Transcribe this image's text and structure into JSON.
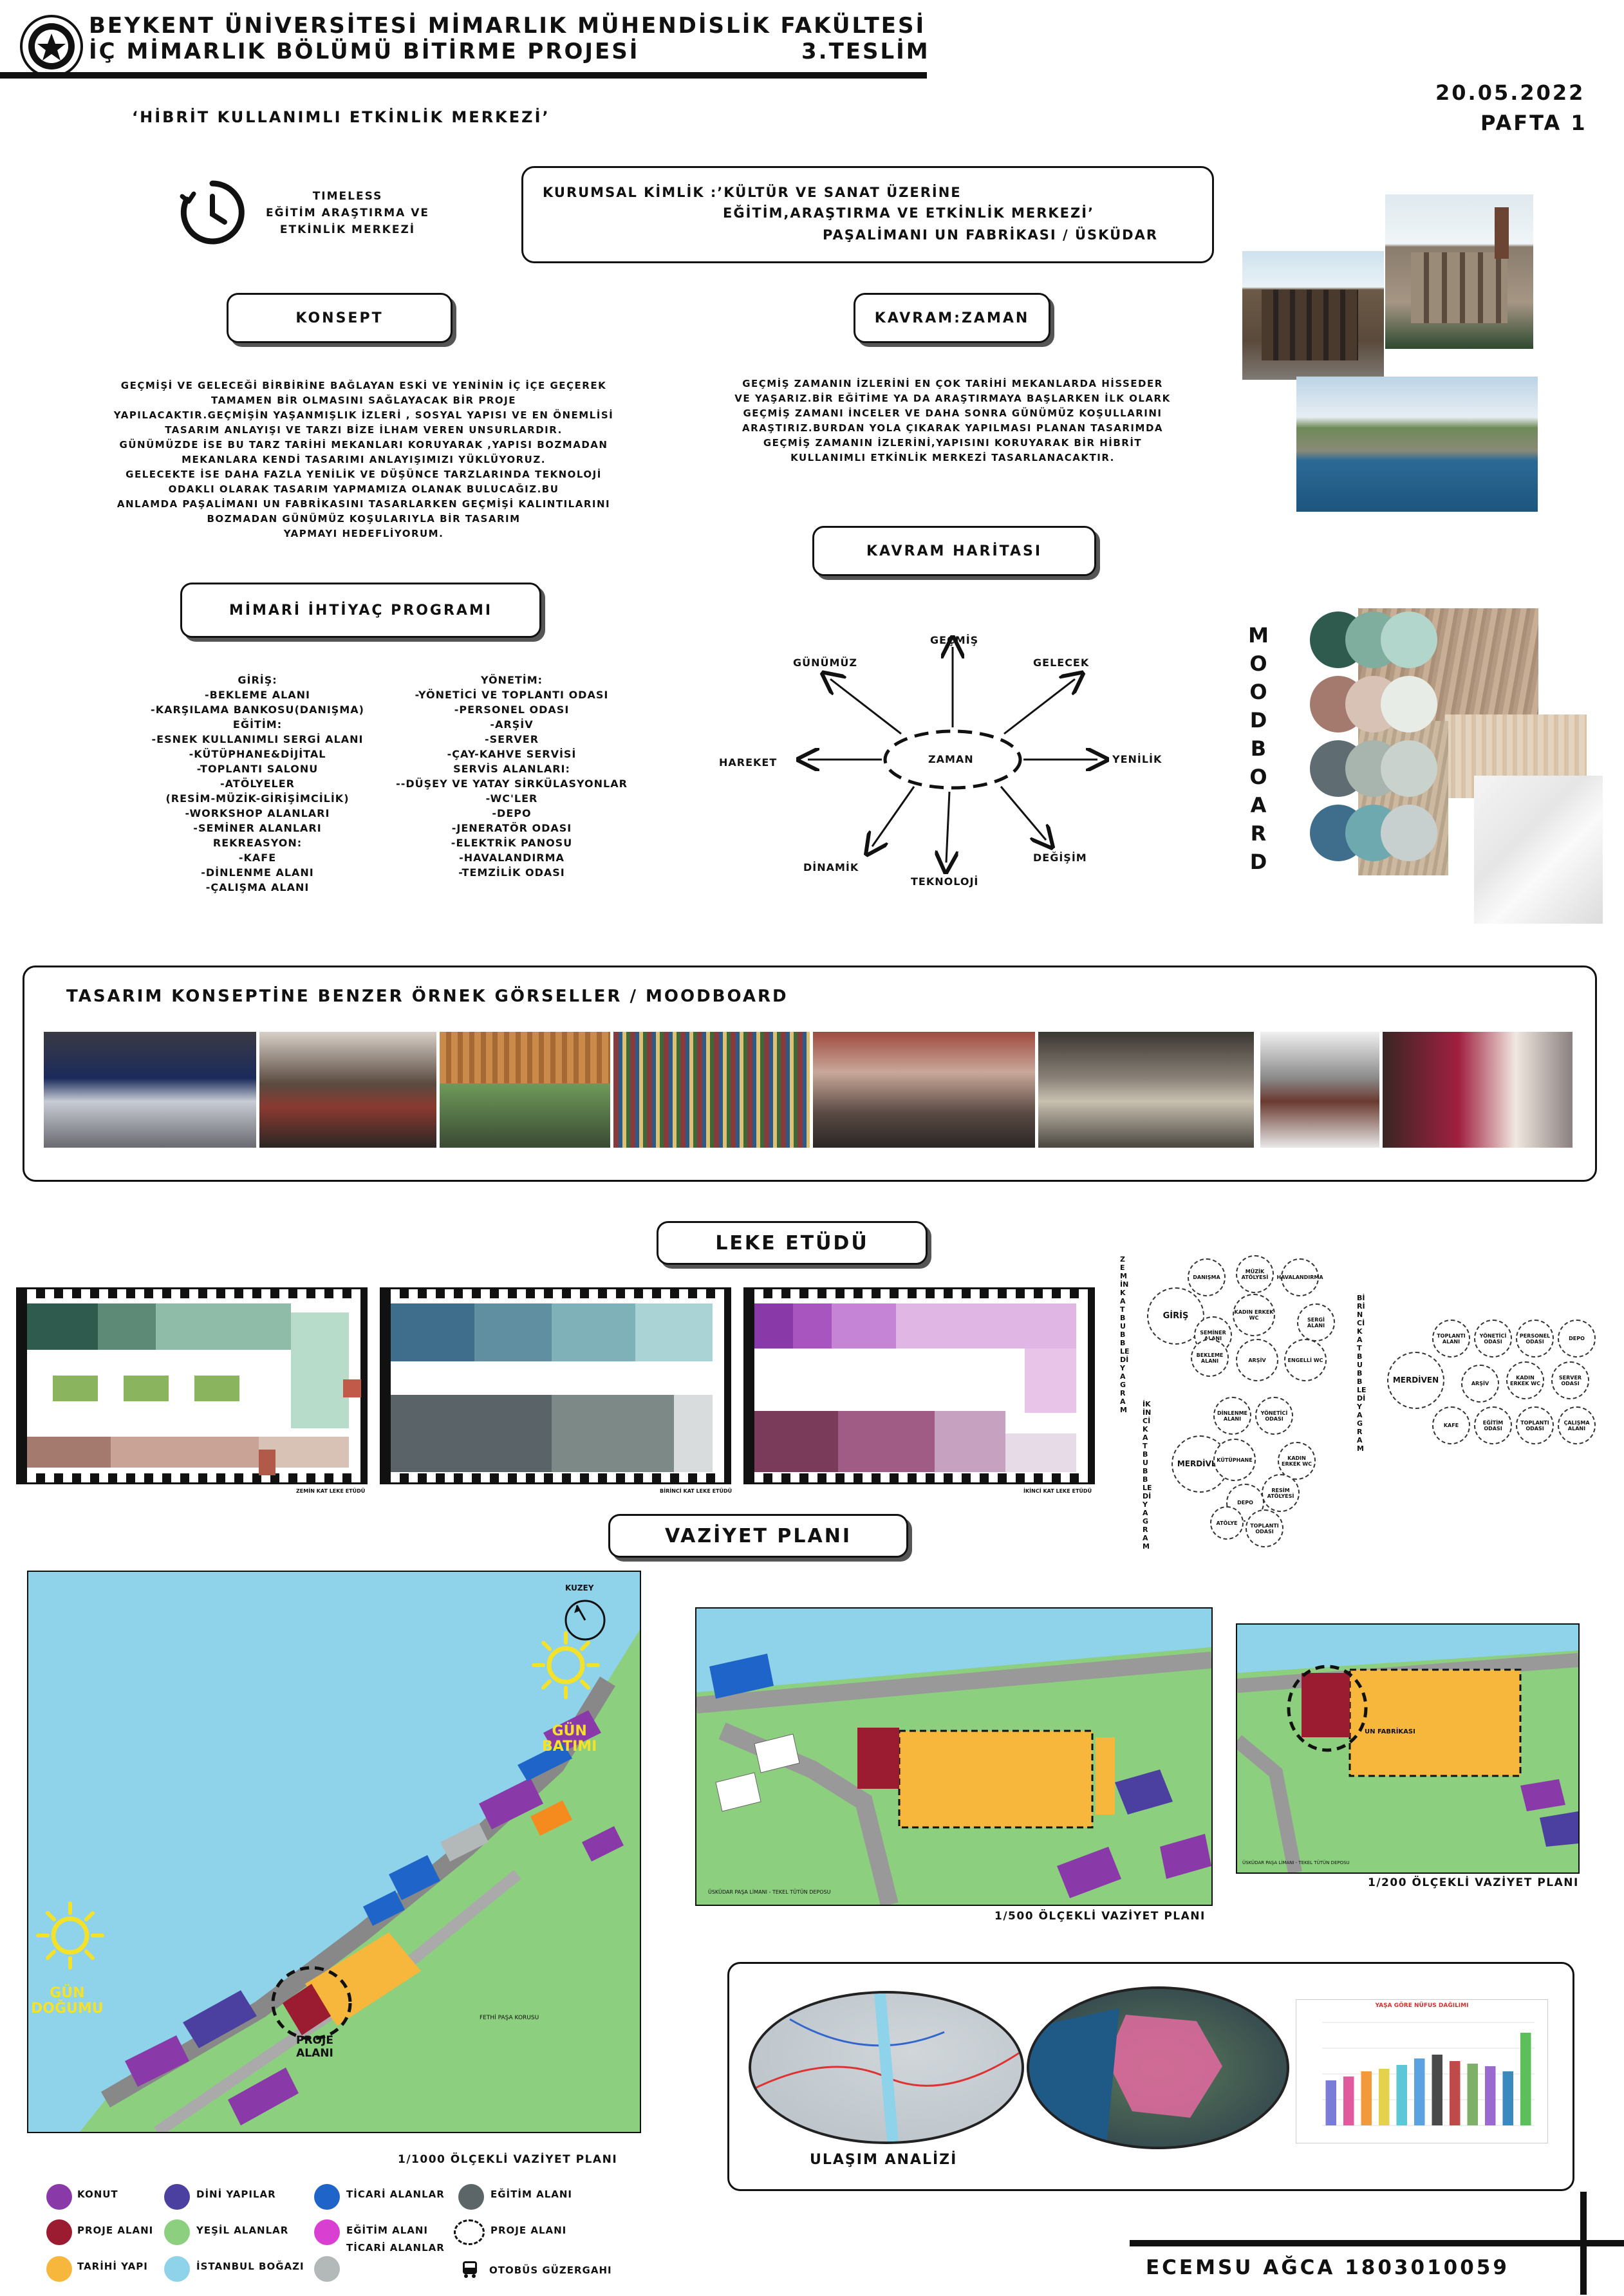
{
  "header": {
    "line1": "BEYKENT ÜNİVERSİTESİ MİMARLIK MÜHENDİSLİK FAKÜLTESİ",
    "line2": "İÇ MİMARLIK BÖLÜMÜ BİTİRME PROJESİ",
    "teslim": "3.TESLİM",
    "date": "20.05.2022",
    "pafta": "PAFTA 1"
  },
  "project_title": "‘HİBRİT KULLANIMLI ETKİNLİK MERKEZİ’",
  "timeless": {
    "l1": "TIMELESS",
    "l2": "EĞİTİM ARAŞTIRMA VE",
    "l3": "ETKİNLİK MERKEZİ"
  },
  "kurumsal": {
    "l1": "KURUMSAL KİMLİK :’KÜLTÜR VE SANAT ÜZERİNE",
    "l2": "EĞİTİM,ARAŞTIRMA VE ETKİNLİK MERKEZİ’",
    "l3": "PAŞALİMANI UN FABRİKASI / ÜSKÜDAR"
  },
  "konsept": {
    "title": "KONSEPT",
    "text": [
      "GEÇMİŞİ VE GELECEĞİ BİRBİRİNE BAĞLAYAN ESKİ VE YENİNİN İÇ İÇE GEÇEREK",
      "TAMAMEN BİR OLMASINI SAĞLAYACAK BİR PROJE",
      "YAPILACAKTIR.GEÇMİŞİN YAŞANMIŞLIK İZLERİ , SOSYAL YAPISI VE EN ÖNEMLİSİ",
      "TASARIM ANLAYIŞI VE TARZI BİZE İLHAM VEREN UNSURLARDIR.",
      "GÜNÜMÜZDE İSE BU TARZ TARİHİ MEKANLARI KORUYARAK ,YAPISI BOZMADAN",
      "MEKANLARA KENDİ TASARIMI ANLAYIŞIMIZI YÜKLÜYORUZ.",
      "GELECEKTE İSE DAHA FAZLA YENİLİK VE DÜŞÜNCE TARZLARINDA TEKNOLOJİ",
      "ODAKLI OLARAK TASARIM YAPMAMIZA OLANAK BULUCAĞIZ.BU",
      "ANLAMDA PAŞALİMANI UN FABRİKASINI TASARLARKEN GEÇMİŞİ KALINTILARINI",
      "BOZMADAN GÜNÜMÜZ KOŞULARIYLA BİR TASARIM",
      "YAPMAYI HEDEFLİYORUM."
    ]
  },
  "kavram": {
    "title": "KAVRAM:ZAMAN",
    "text": [
      "GEÇMİŞ ZAMANIN İZLERİNİ EN ÇOK TARİHİ MEKANLARDA HİSSEDER",
      "VE YAŞARIZ.BİR EĞİTİME YA DA ARAŞTIRMAYA BAŞLARKEN İLK OLARK",
      "GEÇMİŞ ZAMANI İNCELER VE DAHA SONRA GÜNÜMÜZ KOŞULLARINI",
      "ARAŞTIRIZ.BURDAN YOLA ÇIKARAK YAPILMASI PLANAN TASARIMDA",
      "GEÇMİŞ ZAMANIN İZLERİNİ,YAPISINI KORUYARAK BİR HİBRİT",
      "KULLANIMLI ETKİNLİK MERKEZİ TASARLANACAKTIR."
    ]
  },
  "kavram_haritasi": {
    "title": "KAVRAM HARİTASI",
    "center": "ZAMAN",
    "nodes": [
      "GEÇMİŞ",
      "GÜNÜMÜZ",
      "GELECEK",
      "HAREKET",
      "YENİLİK",
      "DİNAMİK",
      "TEKNOLOJİ",
      "DEĞİŞİM"
    ]
  },
  "program": {
    "title": "MİMARİ İHTİYAÇ PROGRAMI",
    "left": [
      "GİRİŞ:",
      "-BEKLEME ALANI",
      "-KARŞILAMA BANKOSU(DANIŞMA)",
      "EĞİTİM:",
      "-ESNEK KULLANIMLI SERGİ ALANI",
      "-KÜTÜPHANE&DİJİTAL",
      "-TOPLANTI SALONU",
      "-ATÖLYELER",
      "(RESİM-MÜZİK-GİRİŞİMCİLİK)",
      "-WORKSHOP ALANLARI",
      "-SEMİNER ALANLARI",
      "REKREASYON:",
      "-KAFE",
      "-DİNLENME ALANI",
      "-ÇALIŞMA ALANI"
    ],
    "right": [
      "YÖNETİM:",
      "-YÖNETİCİ VE TOPLANTI ODASI",
      "-PERSONEL ODASI",
      "-ARŞİV",
      "-SERVER",
      "-ÇAY-KAHVE SERVİSİ",
      "SERVİS ALANLARI:",
      "--DÜŞEY VE YATAY SİRKÜLASYONLAR",
      "-WC'LER",
      "-DEPO",
      "-JENERATÖR ODASI",
      "-ELEKTRİK PANOSU",
      "-HAVALANDIRMA",
      "-TEMZİLİK ODASI"
    ]
  },
  "moodboard_label": [
    "M",
    "O",
    "O",
    "D",
    "B",
    "O",
    "A",
    "R",
    "D"
  ],
  "palette": {
    "row1": [
      "#2f5a4e",
      "#7fae9e",
      "#b2d6cc"
    ],
    "row2": [
      "#a57a6e",
      "#d8c2b6",
      "#e8ece7"
    ],
    "row3": [
      "#5f6c72",
      "#a7b5ae",
      "#c9d2cc"
    ],
    "row4": [
      "#3f6d8c",
      "#6fa9b0",
      "#c7cfcf"
    ]
  },
  "benzer": {
    "title": "TASARIM KONSEPTİNE BENZER ÖRNEK GÖRSELLER / MOODBOARD"
  },
  "leke": {
    "title": "LEKE ETÜDÜ",
    "captions": [
      "ZEMİN KAT LEKE ETÜDÜ",
      "BİRİNCİ KAT LEKE ETÜDÜ",
      "İKİNCİ KAT LEKE ETÜDÜ"
    ]
  },
  "bubble": {
    "zemin_label": "ZEMİN KAT BUBBLE DİYAGRAM",
    "birinci_label": "BİRİNCİ KAT BUBBLE DİYAGRAM",
    "ikinci_label": "İKİNCİ KAT BUBBLE DİYAGRAM",
    "zemin_center": "GİRİŞ",
    "birinci_center": "MERDİVEN",
    "ikinci_center": "MERDİVEN",
    "zemin_nodes": [
      "DANIŞMA",
      "MÜZİK ATÖLYESİ",
      "HAVALANDIRMA",
      "KADIN ERKEK WC",
      "SERGİ ALANI",
      "SEMİNER ALANI",
      "BEKLEME ALANI",
      "ARŞİV",
      "ENGELLİ WC"
    ],
    "birinci_nodes": [
      "TOPLANTI ALANI",
      "YÖNETİCİ ODASI",
      "PERSONEL ODASI",
      "DEPO",
      "ARŞİV",
      "KADIN ERKEK WC",
      "SERVER ODASI",
      "KAFE",
      "EĞİTİM ODASI",
      "TOPLANTI ODASI",
      "ÇALIŞMA ALANI"
    ],
    "ikinci_nodes": [
      "DİNLENME ALANI",
      "YÖNETİCİ ODASI",
      "KÜTÜPHANE",
      "KADIN ERKEK WC",
      "DEPO",
      "RESİM ATÖLYESİ",
      "TOPLANTI ODASI",
      "ATÖLYE"
    ]
  },
  "vaziyet": {
    "title": "VAZİYET PLANI",
    "big_caption": "1/1000 ÖLÇEKLİ VAZİYET PLANI",
    "mid_caption": "1/500 ÖLÇEKLİ VAZİYET PLANI",
    "small_caption": "1/200 ÖLÇEKLİ VAZİYET PLANI",
    "kuzey": "KUZEY",
    "gun_batimi": [
      "GÜN",
      "BATIMI"
    ],
    "gun_dogumu": [
      "GÜN",
      "DOĞUMU"
    ],
    "proje_alani": [
      "PROJE",
      "ALANI"
    ],
    "fetih_pasa": "FETHİ PAŞA KORUSU",
    "fabrika": "UN FABRİKASI",
    "pasalimani": "ÜSKÜDAR PAŞA LİMANI - TEKEL TÜTÜN DEPOSU"
  },
  "legend": [
    {
      "label": "KONUT",
      "color": "#8a3aa8"
    },
    {
      "label": "PROJE ALANI",
      "color": "#9b1b30"
    },
    {
      "label": "TARİHİ YAPI",
      "color": "#f6b73c"
    },
    {
      "label": "DİNİ YAPILAR",
      "color": "#4b3fa0"
    },
    {
      "label": "YEŞİL ALANLAR",
      "color": "#8ccf7e"
    },
    {
      "label": "İSTANBUL BOĞAZI",
      "color": "#8fd3ea"
    },
    {
      "label": "TİCARİ ALANLAR",
      "color": "#1f64c8"
    },
    {
      "label": "EĞİTİM ALANI",
      "color": "#d93fd0"
    },
    {
      "label": "TİCARİ ALANLAR",
      "color": "#b2b9b8"
    },
    {
      "label": "EĞİTİM ALANI",
      "color": "#5c6567"
    },
    {
      "label": "PROJE ALANI",
      "color": "dashed"
    },
    {
      "label": "OTOBÜS GÜZERGAHI",
      "color": "bus"
    }
  ],
  "ulasim": {
    "title": "ULAŞIM ANALİZİ",
    "chart_title": "YAŞA GÖRE NÜFUS DAĞILIMI"
  },
  "chart_data": {
    "type": "bar",
    "title": "YAŞA GÖRE NÜFUS DAĞILIMI",
    "values": [
      35,
      38,
      42,
      44,
      47,
      52,
      55,
      50,
      48,
      46,
      42,
      72
    ],
    "colors": [
      "#7b7bd8",
      "#e05a9d",
      "#f29a3a",
      "#e3d24a",
      "#5cc7d6",
      "#5aa2e0",
      "#4a4a4a",
      "#c04a4a",
      "#7fb06a",
      "#9a6ad0",
      "#3a8ac0",
      "#5cbf5c"
    ],
    "ylim": [
      0,
      80
    ]
  },
  "author": "ECEMSU AĞCA 1803010059"
}
